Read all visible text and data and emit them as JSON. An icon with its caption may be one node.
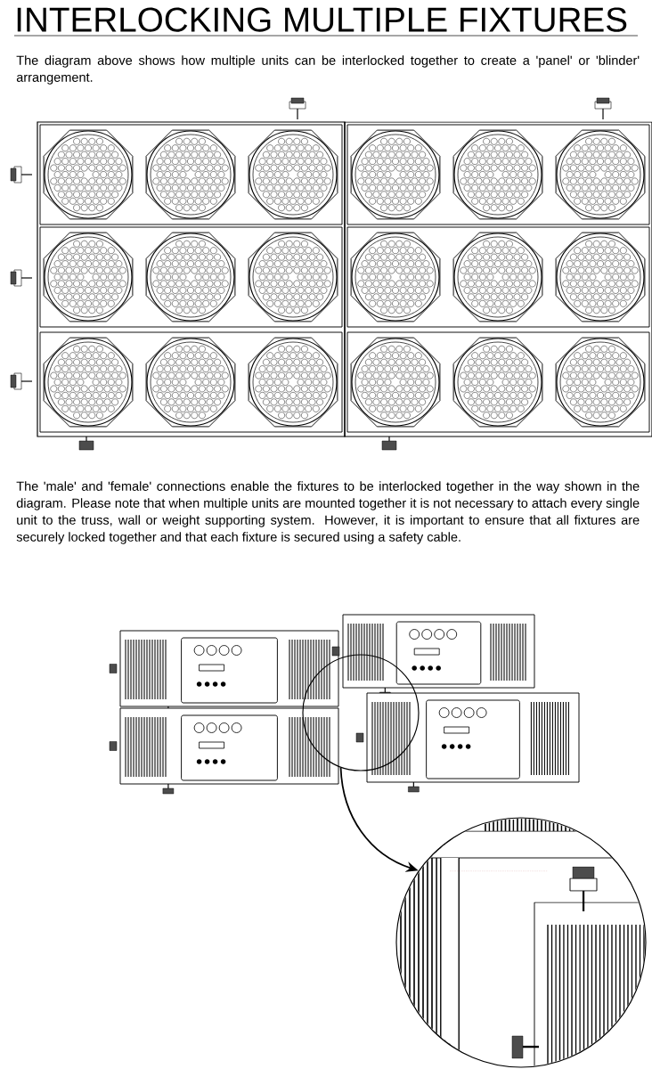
{
  "diagram": {
    "title": "INTERLOCKING MULTIPLE FIXTURES",
    "nodes": [
      {
        "text": [],
        "shape": "circle"
      },
      {
        "text": [],
        "shape": "picture"
      }
    ],
    "edges": [
      {
        "from": 0,
        "to": 1,
        "arrow": "to"
      }
    ],
    "labels": [
      "The diagram above shows how multiple units can be interlocked together to create a 'panel' or 'blinder' arrangement.",
      "The 'male' and 'female' connections enable the fixtures to be interlocked together in the way shown in the diagram.  Please note that when multiple units are mounted together it is not necessary to attach every single unit to the truss, wall or weight supporting system. However, it is important to ensure that all fixtures are securely locked together and that each fixture is secured using a safety cable."
    ]
  }
}
